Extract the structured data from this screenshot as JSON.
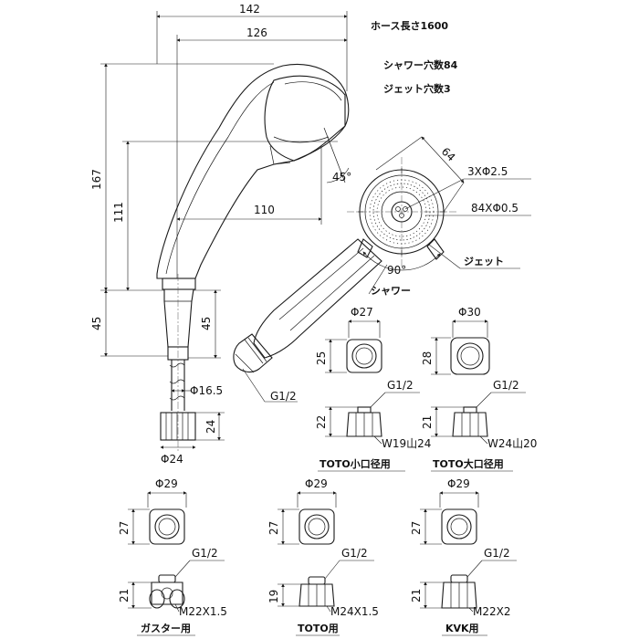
{
  "specs": {
    "hose_length": "ホース長さ1600",
    "shower_holes": "シャワー穴数84",
    "jet_holes": "ジェット穴数3"
  },
  "main_dims": {
    "width_142": "142",
    "width_126": "126",
    "width_110": "110",
    "height_167": "167",
    "height_111": "111",
    "height_45_left": "45",
    "height_45_right": "45",
    "angle_45": "45°",
    "dia_64": "64",
    "holes_3x": "3XΦ2.5",
    "holes_84x": "84XΦ0.5",
    "angle_90": "90°",
    "label_jet": "ジェット",
    "label_shower": "シャワー",
    "dia_16_5": "Φ16.5",
    "height_24": "24",
    "dia_24": "Φ24",
    "thread_main": "G1/2"
  },
  "adapters": [
    {
      "dia": "Φ27",
      "top_h": "25",
      "side_h": "22",
      "thread_top": "G1/2",
      "thread_bottom": "W19山24",
      "label": "TOTO小口径用"
    },
    {
      "dia": "Φ30",
      "top_h": "28",
      "side_h": "21",
      "thread_top": "G1/2",
      "thread_bottom": "W24山20",
      "label": "TOTO大口径用"
    },
    {
      "dia": "Φ29",
      "top_h": "27",
      "side_h": "21",
      "thread_top": "G1/2",
      "thread_bottom": "M22X1.5",
      "label": "ガスター用"
    },
    {
      "dia": "Φ29",
      "top_h": "27",
      "side_h": "19",
      "thread_top": "G1/2",
      "thread_bottom": "M24X1.5",
      "label": "TOTO用"
    },
    {
      "dia": "Φ29",
      "top_h": "27",
      "side_h": "21",
      "thread_top": "G1/2",
      "thread_bottom": "M22X2",
      "label": "KVK用"
    }
  ]
}
